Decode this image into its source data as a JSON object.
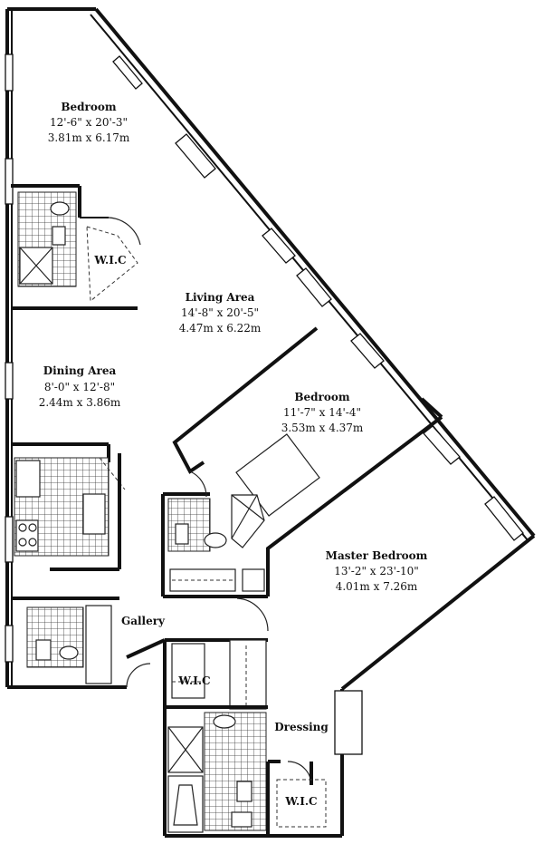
{
  "corner_text": "",
  "rooms": {
    "bedroom1": {
      "name": "Bedroom",
      "dim_imperial": "12'-6\" x 20'-3\"",
      "dim_metric": "3.81m x 6.17m"
    },
    "living": {
      "name": "Living Area",
      "dim_imperial": "14'-8\" x 20'-5\"",
      "dim_metric": "4.47m x 6.22m"
    },
    "dining": {
      "name": "Dining Area",
      "dim_imperial": "8'-0\" x 12'-8\"",
      "dim_metric": "2.44m x 3.86m"
    },
    "bedroom2": {
      "name": "Bedroom",
      "dim_imperial": "11'-7\" x 14'-4\"",
      "dim_metric": "3.53m x 4.37m"
    },
    "master": {
      "name": "Master Bedroom",
      "dim_imperial": "13'-2\" x 23'-10\"",
      "dim_metric": "4.01m x 7.26m"
    }
  },
  "labels": {
    "wic_bedroom": "W.I.C",
    "gallery": "Gallery",
    "wic_gallery": "W.I.C",
    "dressing": "Dressing",
    "wic_dressing": "W.I.C"
  }
}
